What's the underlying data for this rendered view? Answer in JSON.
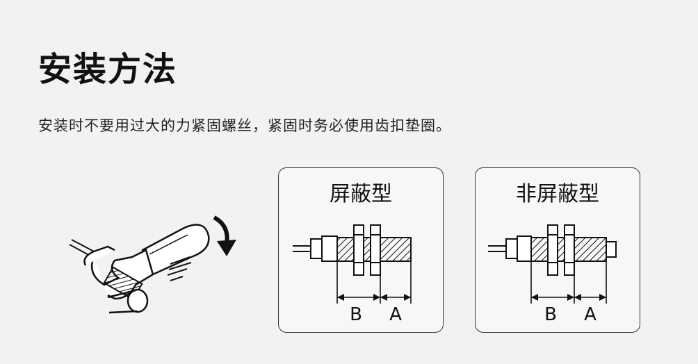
{
  "title": "安装方法",
  "description": "安装时不要用过大的力紧固螺丝，紧固时务必使用齿扣垫圈。",
  "panels": [
    {
      "name": "shielded",
      "title": "屏蔽型",
      "dim_b": "B",
      "dim_a": "A"
    },
    {
      "name": "unshielded",
      "title": "非屏蔽型",
      "dim_b": "B",
      "dim_a": "A"
    }
  ],
  "icons": [
    "wrench-icon",
    "rotation-arrow-icon"
  ]
}
